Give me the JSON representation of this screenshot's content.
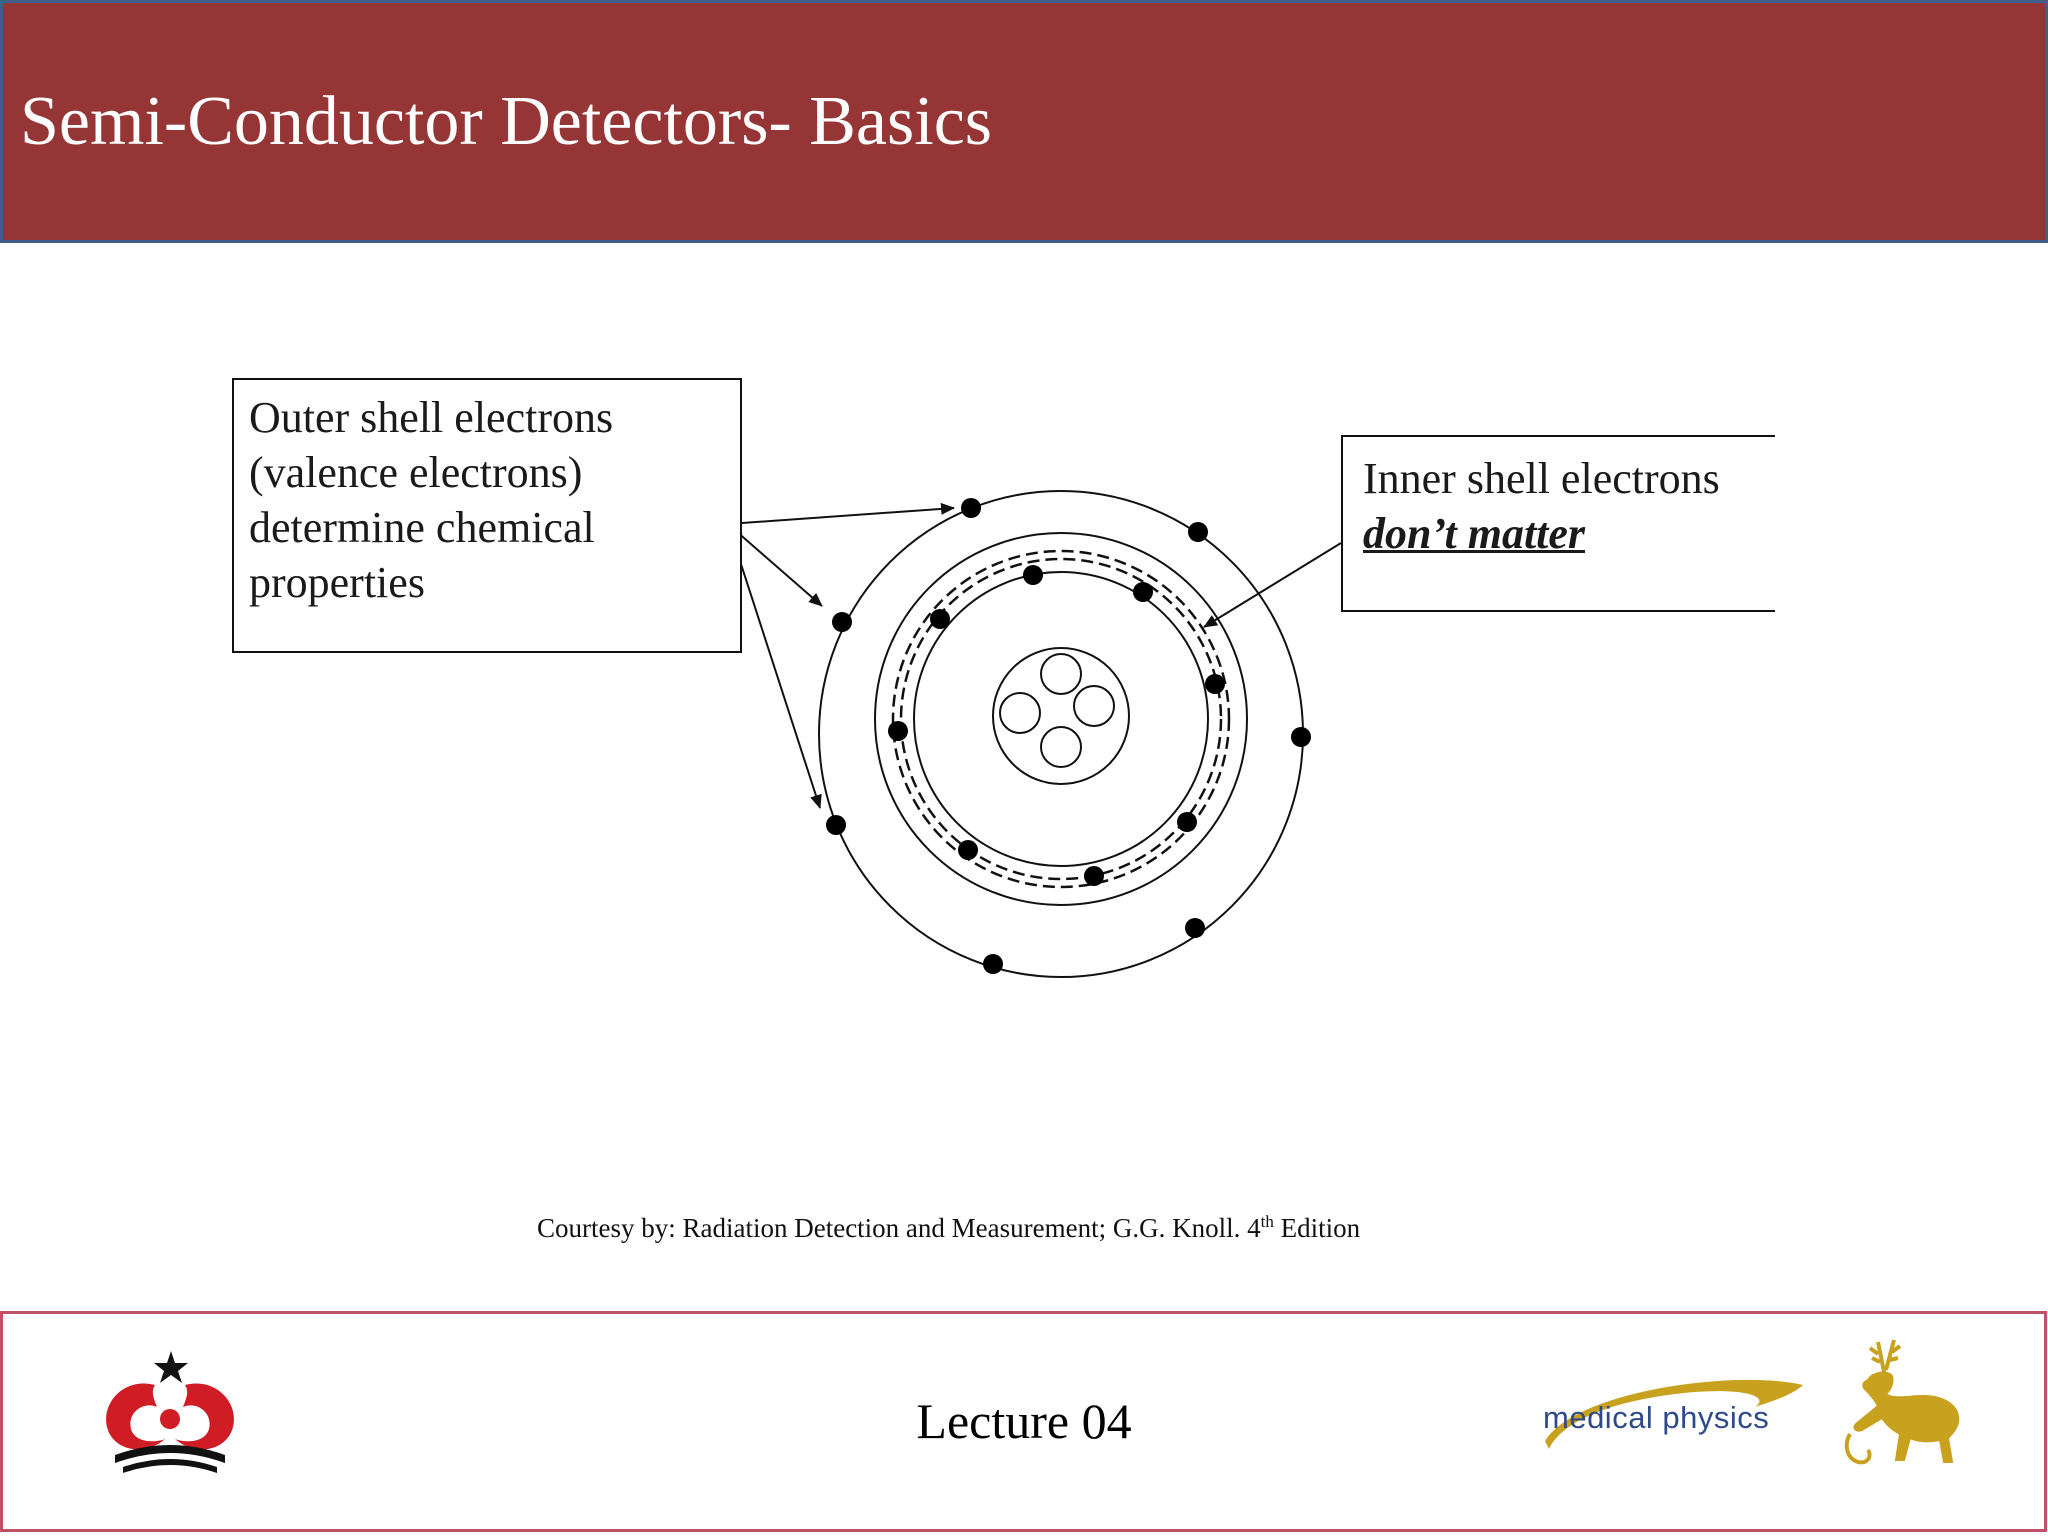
{
  "slide": {
    "title": "Semi-Conductor Detectors- Basics"
  },
  "diagram": {
    "outer_callout": {
      "lines": [
        "Outer shell electrons",
        "(valence electrons)",
        "determine chemical",
        "properties"
      ]
    },
    "inner_callout": {
      "line1": "Inner shell electrons",
      "line2": "don’t matter"
    }
  },
  "credit": {
    "text": "Courtesy by: Radiation Detection and Measurement; G.G. Knoll. 4",
    "superscript": "th",
    "suffix": " Edition"
  },
  "footer": {
    "lecture": "Lecture 04",
    "logo_text": "medical physics"
  },
  "colors": {
    "title_bar": "#963536",
    "title_border": "#3e5f8a",
    "footer_border": "#c0506a",
    "logo_blue": "#2d4a8a",
    "logo_gold": "#c8a21e",
    "logo_red": "#d01c25"
  }
}
